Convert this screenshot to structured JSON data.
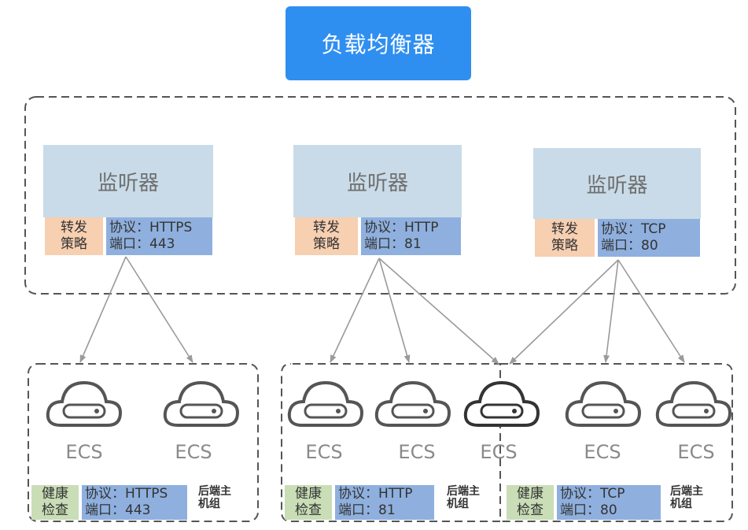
{
  "load_balancer": {
    "label": "负载均衡器"
  },
  "listeners": [
    {
      "title": "监听器",
      "policy_line1": "转发",
      "policy_line2": "策略",
      "protocol": "协议：HTTPS",
      "port": "端口：443"
    },
    {
      "title": "监听器",
      "policy_line1": "转发",
      "policy_line2": "策略",
      "protocol": "协议：HTTP",
      "port": "端口：81"
    },
    {
      "title": "监听器",
      "policy_line1": "转发",
      "policy_line2": "策略",
      "protocol": "协议：TCP",
      "port": "端口：80"
    }
  ],
  "backend_groups": [
    {
      "health_line1": "健康",
      "health_line2": "检查",
      "protocol": "协议：HTTPS",
      "port": "端口：443",
      "label_line1": "后端主",
      "label_line2": "机组"
    },
    {
      "health_line1": "健康",
      "health_line2": "检查",
      "protocol": "协议：HTTP",
      "port": "端口：81",
      "label_line1": "后端主",
      "label_line2": "机组"
    },
    {
      "health_line1": "健康",
      "health_line2": "检查",
      "protocol": "协议：TCP",
      "port": "端口：80",
      "label_line1": "后端主",
      "label_line2": "机组"
    }
  ],
  "ecs_nodes": [
    "ECS",
    "ECS",
    "ECS",
    "ECS",
    "ECS",
    "ECS",
    "ECS"
  ],
  "colors": {
    "load_balancer": "#2f8ff0",
    "listener_header": "#c9dbe8",
    "policy": "#f7cfb1",
    "protocol": "#8fb0de",
    "health_check": "#c9ddb6",
    "dashed_border": "#555555",
    "arrow": "#9a9a9a"
  }
}
